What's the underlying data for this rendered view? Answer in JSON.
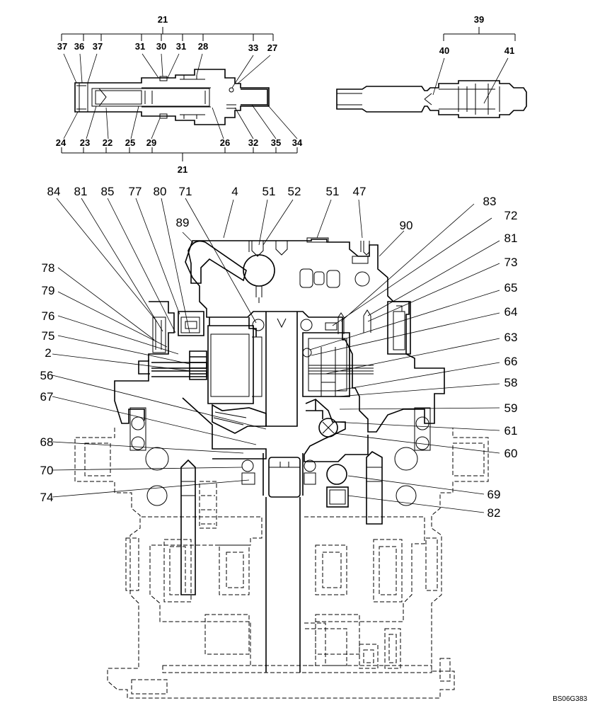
{
  "figure_code": "BS06G383",
  "labels": {
    "l21t": "21",
    "l37a": "37",
    "l36": "36",
    "l37b": "37",
    "l31a": "31",
    "l30": "30",
    "l31b": "31",
    "l28": "28",
    "l33": "33",
    "l27": "27",
    "l24": "24",
    "l23": "23",
    "l22": "22",
    "l25": "25",
    "l29": "29",
    "l26": "26",
    "l32": "32",
    "l35": "35",
    "l34": "34",
    "l21b": "21",
    "l39": "39",
    "l40": "40",
    "l41": "41",
    "l84": "84",
    "l81a": "81",
    "l85": "85",
    "l77": "77",
    "l80": "80",
    "l71": "71",
    "l4": "4",
    "l51a": "51",
    "l52": "52",
    "l51b": "51",
    "l47": "47",
    "l89": "89",
    "l83": "83",
    "l90": "90",
    "l72": "72",
    "l81b": "81",
    "l73": "73",
    "l65": "65",
    "l64": "64",
    "l63": "63",
    "l66": "66",
    "l58": "58",
    "l59": "59",
    "l61": "61",
    "l60": "60",
    "l69": "69",
    "l82": "82",
    "l78": "78",
    "l79": "79",
    "l76": "76",
    "l75": "75",
    "l2": "2",
    "l56": "56",
    "l67": "67",
    "l68": "68",
    "l70": "70",
    "l74": "74"
  }
}
